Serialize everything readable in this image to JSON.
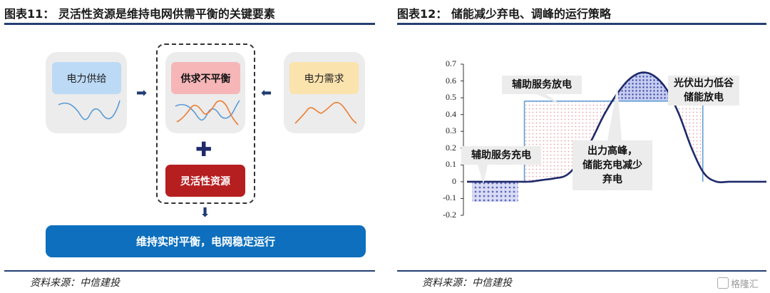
{
  "figure11": {
    "title": "图表11：  灵活性资源是维持电网供需平衡的关键要素",
    "supply_label": "电力供给",
    "imbalance_label": "供求不平衡",
    "demand_label": "电力需求",
    "plus_symbol": "✚",
    "flexibility_label": "灵活性资源",
    "result_banner": "维持实时平衡，电网稳定运行",
    "source": "资料来源：中信建投",
    "colors": {
      "blue_line": "#5b9bd5",
      "orange_line": "#ed7d31",
      "red_box": "#b61f20",
      "banner": "#0d6fbd"
    }
  },
  "figure12": {
    "title": "图表12：  储能减少弃电、调峰的运行策略",
    "source": "资料来源：中信建投",
    "callouts": {
      "aux_discharge": "辅助服务放电",
      "pv_low_valley_line1": "光伏出力低谷",
      "pv_low_valley_line2": "储能放电",
      "aux_charge": "辅助服务充电",
      "peak_line1": "出力高峰，",
      "peak_line2": "储能充电减少",
      "peak_line3": "弃电"
    },
    "chart_data": {
      "type": "line",
      "y_ticks": [
        "0.7",
        "0.6",
        "0.5",
        "0.4",
        "0.3",
        "0.2",
        "0.1",
        "0",
        "-0.1",
        "-0.2"
      ],
      "ylim": [
        -0.2,
        0.7
      ],
      "series": [
        {
          "x": [
            0,
            1,
            2,
            3,
            4,
            5,
            6,
            7,
            8,
            9,
            10,
            11,
            12,
            13,
            14,
            15,
            16,
            17,
            18,
            19,
            20,
            21,
            22,
            23,
            24
          ],
          "values": [
            0.0,
            0.0,
            0.0,
            0.0,
            0.0,
            0.0,
            0.01,
            0.02,
            0.04,
            0.12,
            0.25,
            0.4,
            0.52,
            0.61,
            0.65,
            0.63,
            0.55,
            0.4,
            0.2,
            0.05,
            0.0,
            0.0,
            0.0,
            0.0,
            0.0
          ]
        }
      ],
      "threshold_level": 0.48,
      "charge_level": -0.12,
      "colors": {
        "line": "#1f2a6b",
        "threshold": "#5b9bd5",
        "peak_fill": "#4a56b8",
        "pink_fill": "#e8a3ad",
        "charge_fill": "#8d97d6"
      }
    }
  },
  "watermark": "格隆汇"
}
